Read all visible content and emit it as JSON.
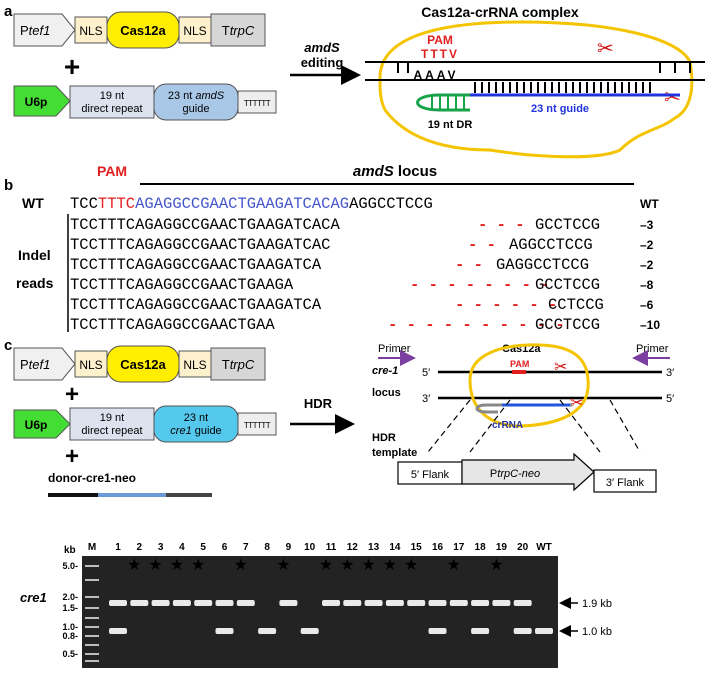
{
  "panel_a": {
    "label": "a",
    "cassette": {
      "promoter_prefix": "P",
      "promoter_suffix": "tef1",
      "nls": "NLS",
      "cas": "Cas12a",
      "nls2": "NLS",
      "terminator_prefix": "T",
      "terminator_suffix": "trpC"
    },
    "plus": "+",
    "guide_cassette": {
      "promoter": "U6p",
      "dr_line1": "19 nt",
      "dr_line2": "direct repeat",
      "guide_line1_a": "23 nt ",
      "guide_line1_b": "amdS",
      "guide_line2": "guide",
      "terminator": "TTTTTT"
    },
    "arrow_label_1": "amdS",
    "arrow_label_2": "editing",
    "complex": {
      "title": "Cas12a-crRNA complex",
      "pam": "PAM",
      "pam_seq": "TTTV",
      "target_seq": "AAAV",
      "dr_label": "19 nt DR",
      "guide_label": "23 nt guide"
    }
  },
  "panel_b": {
    "label": "b",
    "pam_label": "PAM",
    "locus_label_a": "amdS",
    "locus_label_b": " locus",
    "wt_label": "WT",
    "wt_seq_pre": "TCC",
    "wt_seq_pam": "TTTC",
    "wt_seq_guide": "AGAGGCCGAACTGAAGATCACAG",
    "wt_seq_post": "AGGCCTCCG",
    "wt_right": "WT",
    "indel_label_1": "Indel",
    "indel_label_2": "reads",
    "reads": [
      {
        "seq": "TCCTTTCAGAGGCCGAACTGAAGATCACA",
        "del": "- - -",
        "tail": "GCCTCCG",
        "indel": "–3"
      },
      {
        "seq": "TCCTTTCAGAGGCCGAACTGAAGATCAC",
        "del": "- -",
        "tail": "AGGCCTCCG",
        "indel": "–2"
      },
      {
        "seq": "TCCTTTCAGAGGCCGAACTGAAGATCA",
        "del": "- -",
        "tail": "GAGGCCTCCG",
        "indel": "–2"
      },
      {
        "seq": "TCCTTTCAGAGGCCGAACTGAAGA",
        "del": "- - - - - - - -",
        "tail": "GCCTCCG",
        "indel": "–8"
      },
      {
        "seq": "TCCTTTCAGAGGCCGAACTGAAGATCA",
        "del": "- - - - - -",
        "tail": "CCTCCG",
        "indel": "–6"
      },
      {
        "seq": "TCCTTTCAGAGGCCGAACTGAA",
        "del": "- - - - - - - - - -",
        "tail": "GCCTCCG",
        "indel": "–10"
      }
    ]
  },
  "panel_c": {
    "label": "c",
    "guide_cassette": {
      "dr_line1": "19 nt",
      "dr_line2": "direct repeat",
      "guide_line1": "23 nt",
      "guide_line2_a": "cre1",
      "guide_line2_b": " guide"
    },
    "donor_label": "donor-cre1-neo",
    "hdr_label": "HDR",
    "primer_left": "Primer",
    "primer_right": "Primer",
    "cas_label": "Cas12a",
    "locus_label_1": "cre-1",
    "locus_label_2": "locus",
    "five_prime": "5′",
    "three_prime": "3′",
    "pam": "PAM",
    "crrna": "crRNA",
    "template_label_1": "HDR",
    "template_label_2": "template",
    "flank5": "5′ Flank",
    "neo_prefix": "P",
    "neo_suffix": "trpC-neo",
    "flank3": "3′ Flank"
  },
  "gel": {
    "kb_label": "kb",
    "ladder_label": "M",
    "lane_labels": [
      "1",
      "2",
      "3",
      "4",
      "5",
      "6",
      "7",
      "8",
      "9",
      "10",
      "11",
      "12",
      "13",
      "14",
      "15",
      "16",
      "17",
      "18",
      "19",
      "20",
      "WT"
    ],
    "ladder_marks": [
      "5.0-",
      "2.0-",
      "1.5-",
      "1.0-",
      "0.8-",
      "0.5-"
    ],
    "row_label": "cre1",
    "size_upper": "1.9 kb",
    "size_lower": "1.0 kb",
    "star_lanes": [
      "2",
      "3",
      "4",
      "5",
      "7",
      "9",
      "11",
      "12",
      "13",
      "14",
      "15",
      "17",
      "19"
    ],
    "upper_band_lanes": [
      "1",
      "2",
      "3",
      "4",
      "5",
      "6",
      "7",
      "9",
      "11",
      "12",
      "13",
      "14",
      "15",
      "16",
      "17",
      "18",
      "19",
      "20"
    ],
    "lower_band_lanes": [
      "1",
      "6",
      "8",
      "10",
      "16",
      "18",
      "20",
      "WT"
    ]
  }
}
